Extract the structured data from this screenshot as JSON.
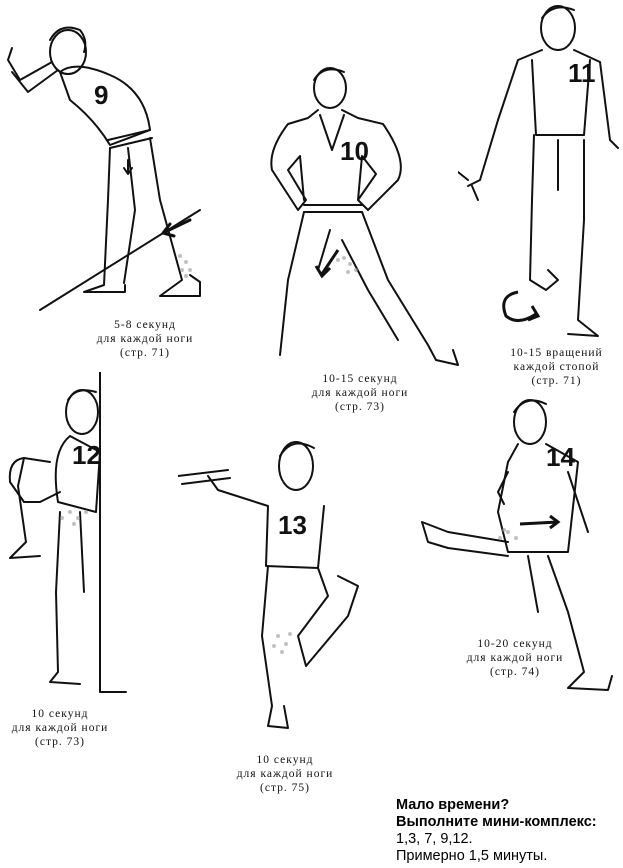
{
  "figures": [
    {
      "number": "9",
      "caption": [
        "5-8 секунд",
        "для каждой ноги",
        "(стр. 71)"
      ]
    },
    {
      "number": "10",
      "caption": [
        "10-15 секунд",
        "для каждой ноги",
        "(стр. 73)"
      ]
    },
    {
      "number": "11",
      "caption": [
        "10-15 вращений",
        "каждой стопой",
        "(стр. 71)"
      ]
    },
    {
      "number": "12",
      "caption": [
        "10 секунд",
        "для каждой ноги",
        "(стр. 73)"
      ]
    },
    {
      "number": "13",
      "caption": [
        "10 секунд",
        "для каждой ноги",
        "(стр. 75)"
      ]
    },
    {
      "number": "14",
      "caption": [
        "10-20 секунд",
        "для каждой ноги",
        "(стр. 74)"
      ]
    }
  ],
  "mini_complex": {
    "heading1": "Мало времени?",
    "heading2": "Выполните мини-комплекс:",
    "exercises": "1,3, 7, 9,12.",
    "duration": "Примерно 1,5 минуты."
  }
}
